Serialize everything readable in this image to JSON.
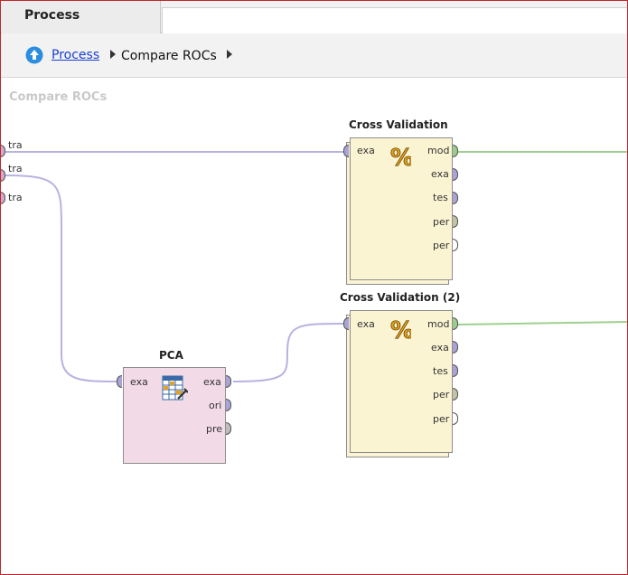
{
  "tab": {
    "label": "Process"
  },
  "breadcrumb": {
    "link": "Process",
    "current": "Compare ROCs"
  },
  "canvas": {
    "title": "Compare ROCs"
  },
  "inputs": [
    "tra",
    "tra",
    "tra"
  ],
  "operators": {
    "cv1": {
      "title": "Cross Validation",
      "in_port": "exa",
      "out_ports": [
        "mod",
        "exa",
        "tes",
        "per",
        "per"
      ]
    },
    "cv2": {
      "title": "Cross Validation (2)",
      "in_port": "exa",
      "out_ports": [
        "mod",
        "exa",
        "tes",
        "per",
        "per"
      ]
    },
    "pca": {
      "title": "PCA",
      "in_port": "exa",
      "out_ports": [
        "exa",
        "ori",
        "pre"
      ]
    }
  },
  "colors": {
    "wire_example": "#b8b2e0",
    "wire_model": "#9fd08f",
    "validation_fill": "#fbf4d3",
    "pca_fill": "#f2dbe6",
    "link": "#1a3fcf"
  },
  "icons": {
    "up": "arrow-up-circle-icon",
    "validation": "percent-icon",
    "pca": "table-wrench-icon"
  }
}
